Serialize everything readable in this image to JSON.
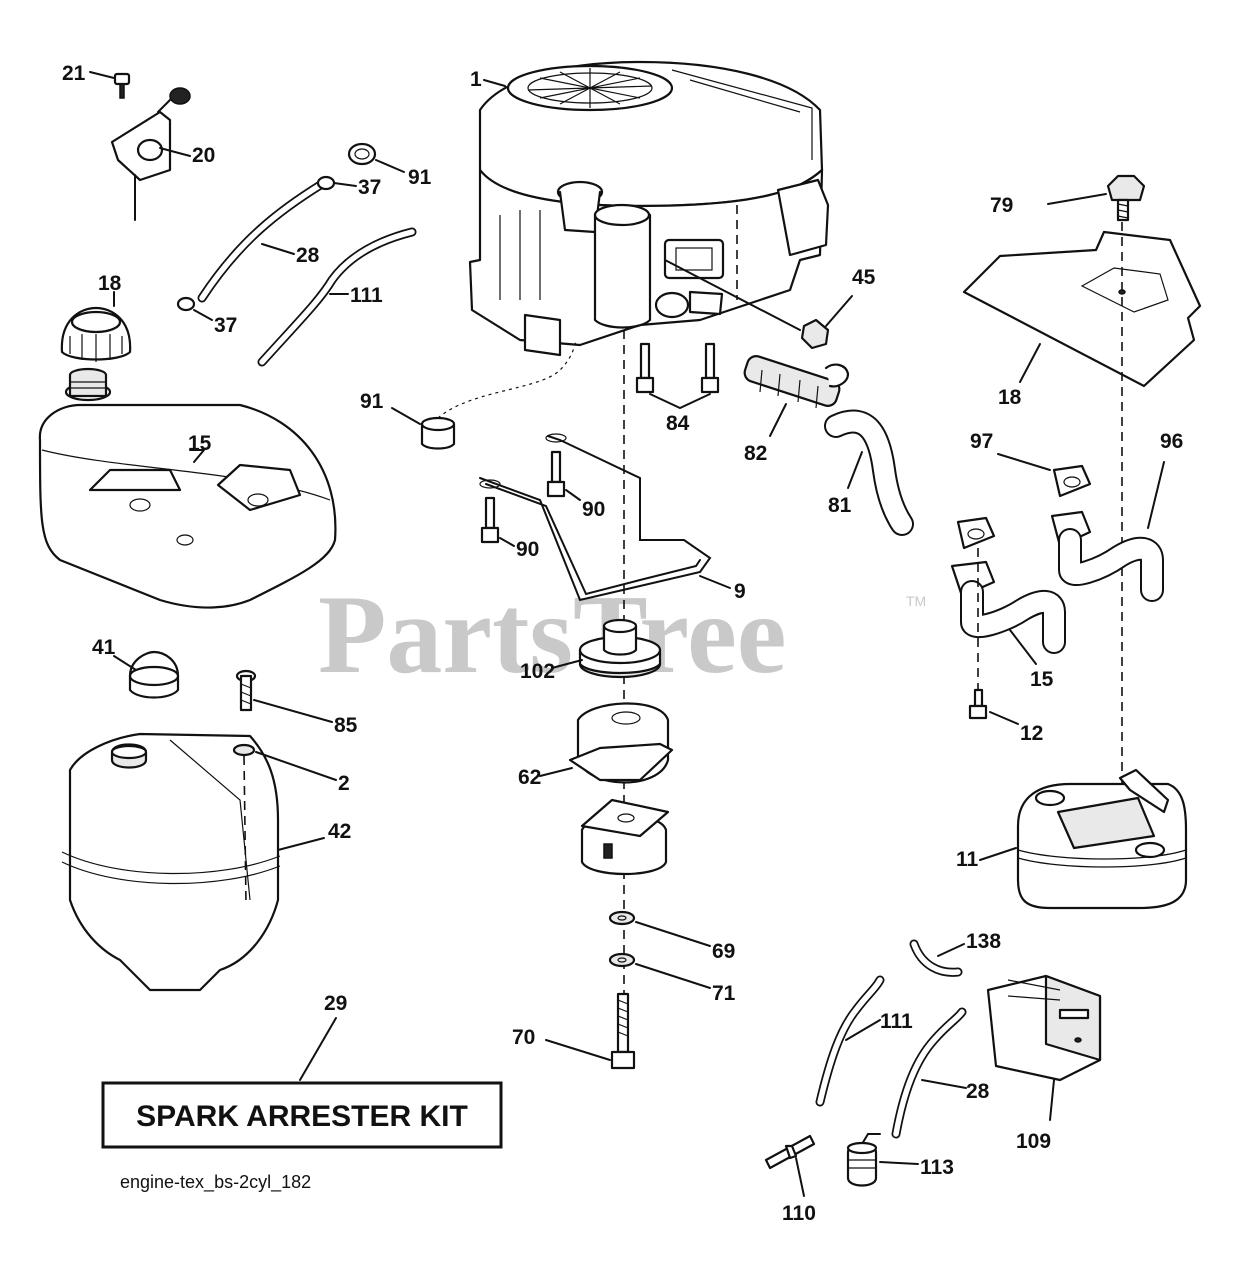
{
  "watermark": {
    "text": "PartsTree",
    "trademark": "TM"
  },
  "kit_box": {
    "label": "SPARK ARRESTER KIT"
  },
  "footer": {
    "caption": "engine-tex_bs-2cyl_182"
  },
  "callouts": [
    {
      "id": "c1",
      "text": "1"
    },
    {
      "id": "c21",
      "text": "21"
    },
    {
      "id": "c20",
      "text": "20"
    },
    {
      "id": "c91a",
      "text": "91"
    },
    {
      "id": "c37a",
      "text": "37"
    },
    {
      "id": "c28a",
      "text": "28"
    },
    {
      "id": "c37b",
      "text": "37"
    },
    {
      "id": "c111a",
      "text": "111"
    },
    {
      "id": "c18a",
      "text": "18"
    },
    {
      "id": "c15a",
      "text": "15"
    },
    {
      "id": "c91b",
      "text": "91"
    },
    {
      "id": "c45",
      "text": "45"
    },
    {
      "id": "c84",
      "text": "84"
    },
    {
      "id": "c82",
      "text": "82"
    },
    {
      "id": "c81",
      "text": "81"
    },
    {
      "id": "c90a",
      "text": "90"
    },
    {
      "id": "c90b",
      "text": "90"
    },
    {
      "id": "c9",
      "text": "9"
    },
    {
      "id": "c102",
      "text": "102"
    },
    {
      "id": "c62",
      "text": "62"
    },
    {
      "id": "c69",
      "text": "69"
    },
    {
      "id": "c71",
      "text": "71"
    },
    {
      "id": "c70",
      "text": "70"
    },
    {
      "id": "c79",
      "text": "79"
    },
    {
      "id": "c18b",
      "text": "18"
    },
    {
      "id": "c97",
      "text": "97"
    },
    {
      "id": "c96",
      "text": "96"
    },
    {
      "id": "c15b",
      "text": "15"
    },
    {
      "id": "c12",
      "text": "12"
    },
    {
      "id": "c11",
      "text": "11"
    },
    {
      "id": "c41",
      "text": "41"
    },
    {
      "id": "c42",
      "text": "42"
    },
    {
      "id": "c85",
      "text": "85"
    },
    {
      "id": "c2",
      "text": "2"
    },
    {
      "id": "c138",
      "text": "138"
    },
    {
      "id": "c111b",
      "text": "111"
    },
    {
      "id": "c28b",
      "text": "28"
    },
    {
      "id": "c109",
      "text": "109"
    },
    {
      "id": "c113",
      "text": "113"
    },
    {
      "id": "c110",
      "text": "110"
    },
    {
      "id": "c29",
      "text": "29"
    }
  ]
}
